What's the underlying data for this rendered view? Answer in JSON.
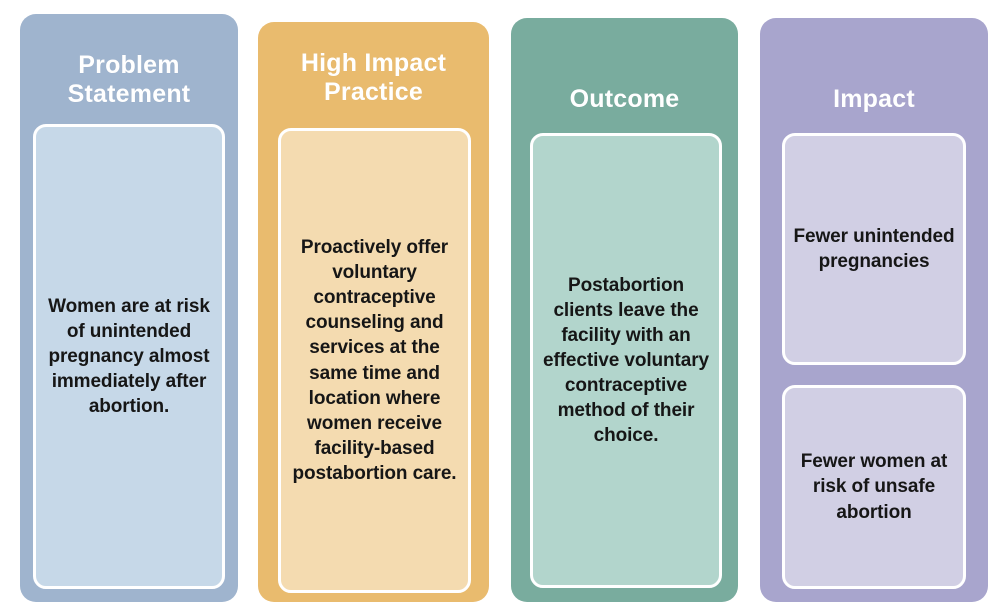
{
  "diagram": {
    "type": "results-chain",
    "columns": [
      {
        "id": "problem-statement",
        "title": "Problem Statement",
        "header_color": "#9fb4ce",
        "card_color": "#c6d8e8",
        "cards": [
          {
            "text": "Women are at risk of unintended pregnancy almost immediately after abortion."
          }
        ]
      },
      {
        "id": "high-impact-practice",
        "title": "High Impact Practice",
        "header_color": "#e9bb6e",
        "card_color": "#f4dbb0",
        "cards": [
          {
            "text": "Proactively offer voluntary contraceptive counseling and services at the same time and location where women receive facility-based postabortion care."
          }
        ]
      },
      {
        "id": "outcome",
        "title": "Outcome",
        "header_color": "#79ac9e",
        "card_color": "#b2d5cc",
        "cards": [
          {
            "text": "Postabortion clients leave the facility with an effective voluntary contraceptive method of their choice."
          }
        ]
      },
      {
        "id": "impact",
        "title": "Impact",
        "header_color": "#a8a5cd",
        "card_color": "#d1cfe4",
        "cards": [
          {
            "text": "Fewer unintended pregnancies"
          },
          {
            "text": "Fewer women at risk of unsafe abortion"
          }
        ]
      }
    ]
  }
}
